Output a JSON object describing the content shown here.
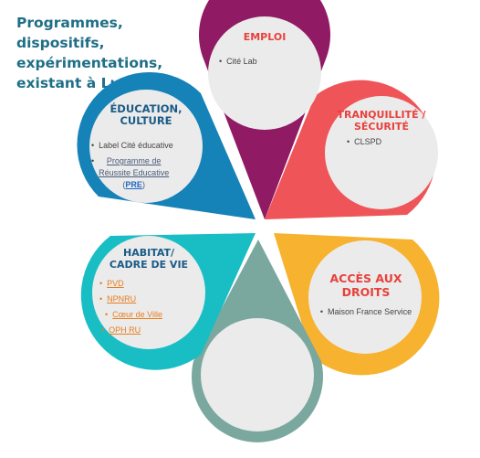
{
  "page_title": "Programmes, dispositifs, expérimentations, existant à Lunel",
  "colors": {
    "emploi": "#901a64",
    "tranquillite": "#ef5459",
    "acces": "#f7b22f",
    "center_bottom": "#7aa89f",
    "habitat": "#19bec4",
    "education": "#1582b8",
    "circle_fill": "#ebebeb",
    "title": "#1f6f86",
    "heading_red": "#e8413c",
    "heading_blue": "#1a5b86"
  },
  "petals": {
    "emploi": {
      "heading": "EMPLOI",
      "items": [
        "Cité Lab"
      ]
    },
    "tranquillite": {
      "heading_line1": "TRANQUILLITÉ /",
      "heading_line2": "SÉCURITÉ",
      "items": [
        "CLSPD"
      ]
    },
    "acces": {
      "heading_line1": "ACCÈS AUX",
      "heading_line2": "DROITS",
      "items": [
        "Maison France Service"
      ]
    },
    "habitat": {
      "heading_line1": "HABITAT/",
      "heading_line2": "CADRE DE VIE",
      "items": [
        "PVD",
        "NPNRU",
        "Cœur de Ville",
        "OPH RU"
      ]
    },
    "education": {
      "heading_line1": "ÉDUCATION,",
      "heading_line2": "CULTURE",
      "items": [
        "Label Cité éducative"
      ],
      "pre_line1": "Programme de",
      "pre_line2": "Réussite Educative",
      "pre_abbr_open": "(",
      "pre_abbr": "PRE",
      "pre_abbr_close": ")"
    }
  }
}
